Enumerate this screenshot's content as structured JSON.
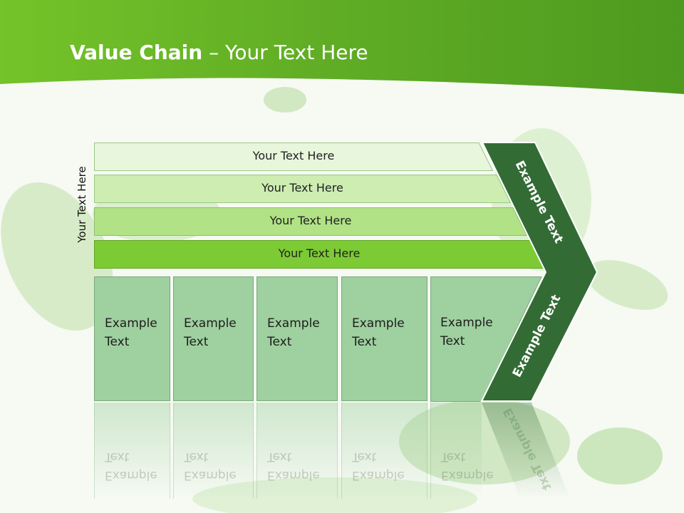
{
  "slide": {
    "title_bold": "Value Chain",
    "title_rest": " – Your Text Here",
    "side_label": "Your Text Here"
  },
  "bands": [
    {
      "label": "Your Text Here",
      "color": "#e8f6dc"
    },
    {
      "label": "Your Text Here",
      "color": "#cdedb1"
    },
    {
      "label": "Your Text Here",
      "color": "#b1e285"
    },
    {
      "label": "Your Text Here",
      "color": "#7dcb34"
    }
  ],
  "columns": [
    {
      "label": "Example\nText"
    },
    {
      "label": "Example\nText"
    },
    {
      "label": "Example\nText"
    },
    {
      "label": "Example\nText"
    },
    {
      "label": "Example\nText"
    }
  ],
  "arrow": {
    "upper_label": "Example Text",
    "lower_label": "Example Text",
    "color": "#336b34"
  },
  "colors": {
    "header_green": "#62b22a",
    "column_fill": "#9fd09f"
  }
}
